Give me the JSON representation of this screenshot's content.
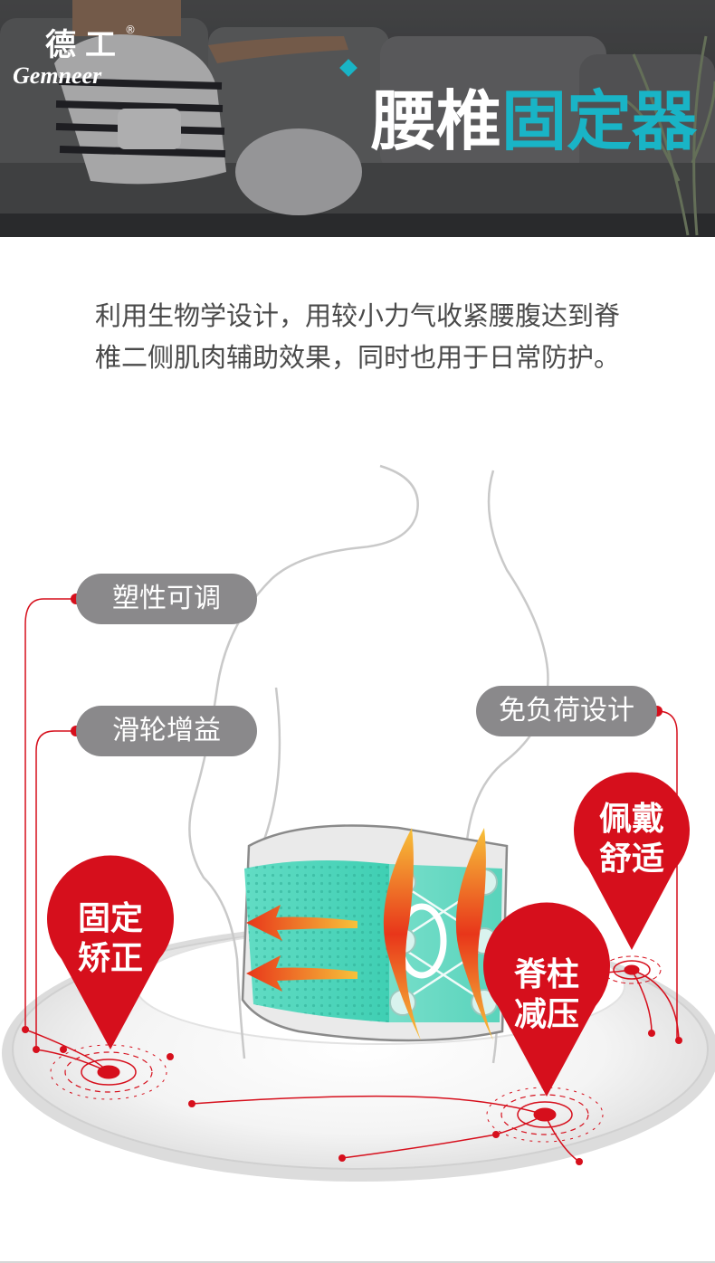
{
  "brand": {
    "cn": "德工",
    "en": "Gemneer",
    "reg": "®"
  },
  "title": {
    "part1": "腰椎",
    "part2": "固定器"
  },
  "description": "利用生物学设计，用较小力气收紧腰腹达到脊椎二侧肌肉辅助效果，同时也用于日常防护。",
  "features": {
    "left_top": "塑性可调",
    "left_mid": "滑轮增益",
    "right_top": "免负荷设计"
  },
  "pins": {
    "left": {
      "line1": "固定",
      "line2": "矫正"
    },
    "center": {
      "line1": "脊柱",
      "line2": "减压"
    },
    "right": {
      "line1": "佩戴",
      "line2": "舒适"
    }
  },
  "colors": {
    "accent": "#19b4c6",
    "pin_red": "#d60f1c",
    "pill_gray": "#8a898b",
    "belt_teal": "#5ddcc3"
  }
}
